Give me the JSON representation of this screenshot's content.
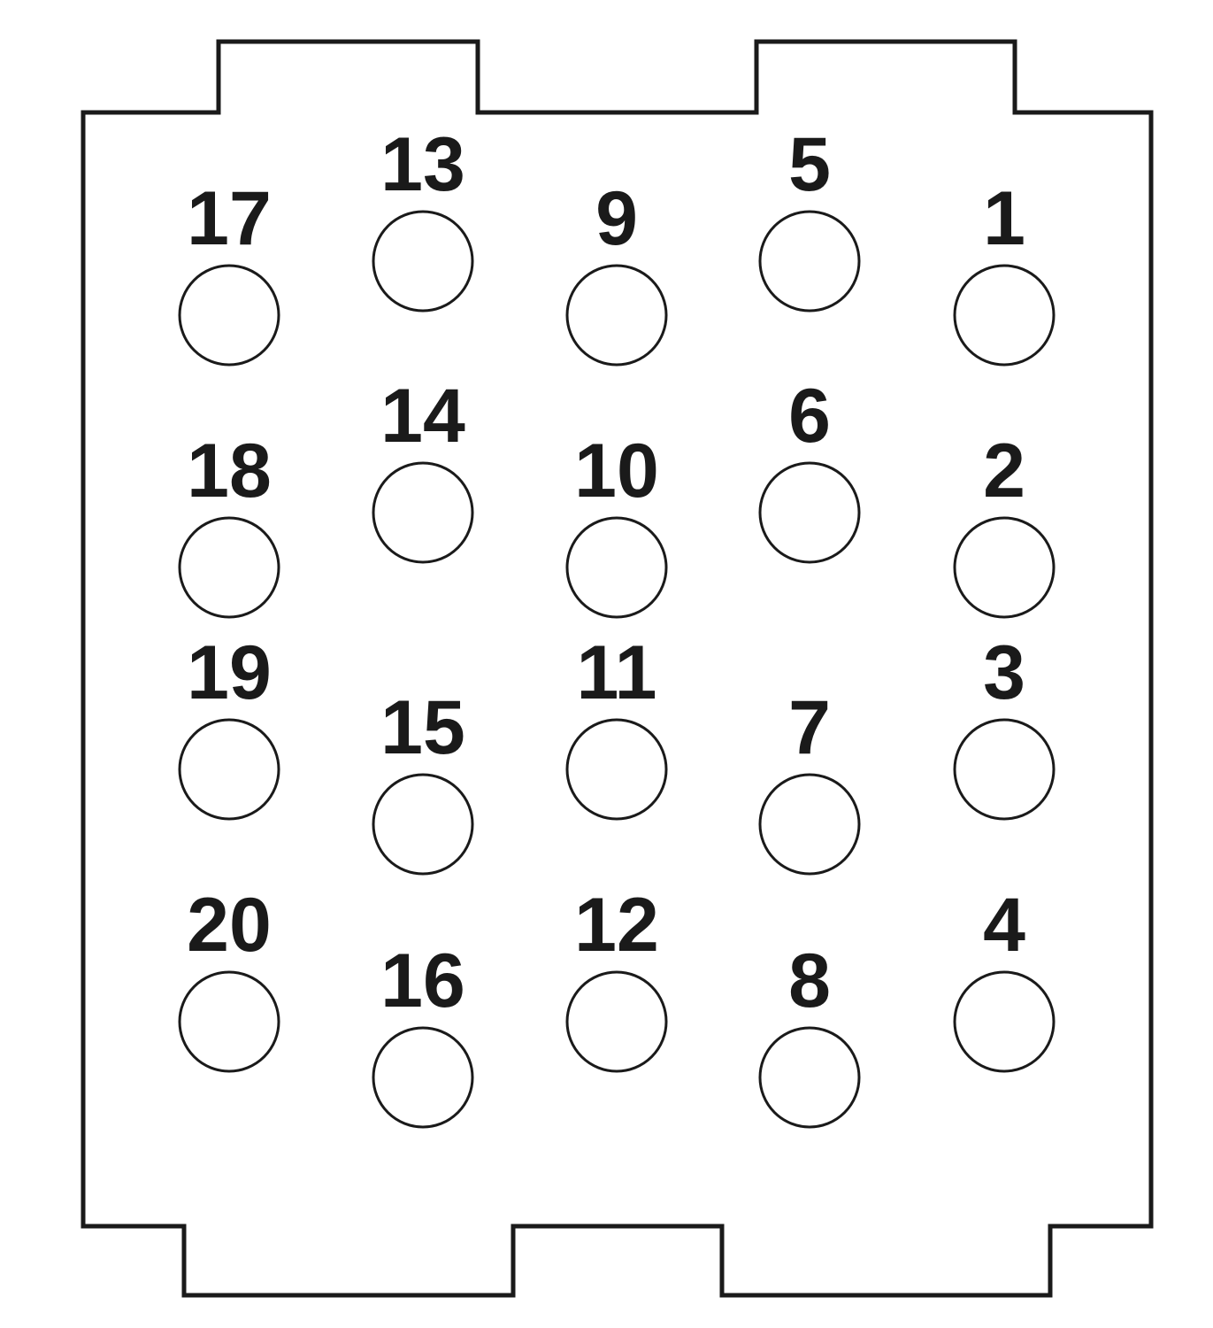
{
  "colors": {
    "line": "#1a1a1a",
    "background": "#ffffff"
  },
  "pins": [
    {
      "number": "1"
    },
    {
      "number": "2"
    },
    {
      "number": "3"
    },
    {
      "number": "4"
    },
    {
      "number": "5"
    },
    {
      "number": "6"
    },
    {
      "number": "7"
    },
    {
      "number": "8"
    },
    {
      "number": "9"
    },
    {
      "number": "10"
    },
    {
      "number": "11"
    },
    {
      "number": "12"
    },
    {
      "number": "13"
    },
    {
      "number": "14"
    },
    {
      "number": "15"
    },
    {
      "number": "16"
    },
    {
      "number": "17"
    },
    {
      "number": "18"
    },
    {
      "number": "19"
    },
    {
      "number": "20"
    }
  ]
}
